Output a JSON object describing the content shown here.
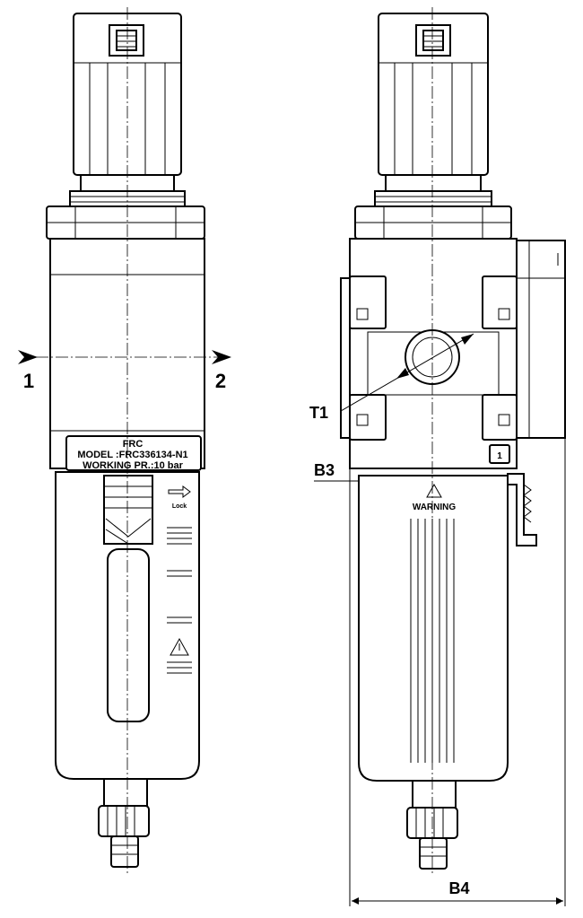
{
  "front_view": {
    "port_in": "1",
    "port_out": "2",
    "nameplate": {
      "line1": "FRC",
      "line2": "MODEL :FRC336134-N1",
      "line3": "WORKING PR.:10 bar"
    },
    "lock_label": "Lock"
  },
  "side_view": {
    "warning_title": "WARNING",
    "port_marker": "1"
  },
  "dimensions": {
    "thread": "T1",
    "bowl_offset": "B3",
    "overall_width": "B4"
  }
}
